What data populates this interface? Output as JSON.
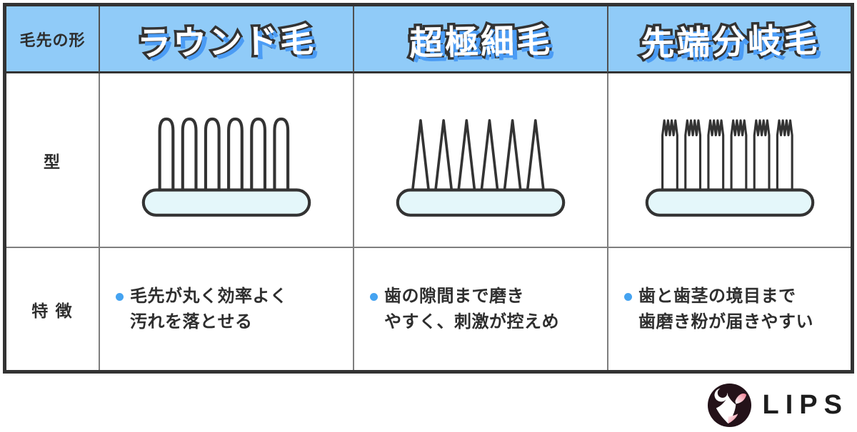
{
  "table": {
    "corner_label": "毛先の形",
    "row_labels": {
      "shape": "型",
      "features": "特 徴"
    },
    "columns": [
      {
        "title": "ラウンド毛",
        "brush_icon": "round-bristle-brush-icon",
        "feature_lines": [
          "毛先が丸く効率よく",
          "汚れを落とせる"
        ]
      },
      {
        "title": "超極細毛",
        "brush_icon": "tapered-bristle-brush-icon",
        "feature_lines": [
          "歯の隙間まで磨き",
          "やすく、刺激が控えめ"
        ]
      },
      {
        "title": "先端分岐毛",
        "brush_icon": "split-tip-bristle-brush-icon",
        "feature_lines": [
          "歯と歯茎の境目まで",
          "歯磨き粉が届きやすい"
        ]
      }
    ]
  },
  "logo": {
    "text": "LIPS",
    "mark": "lips-fawn-logo-icon"
  },
  "colors": {
    "outer_border": "#333333",
    "grid_line": "#7e7e7e",
    "header_bg": "#90CBF8",
    "title_fill": "#ffffff",
    "title_outline": "#333333",
    "title_shadow": "#4b9cf5",
    "bullet": "#45A3F1",
    "brush_base_fill": "#E4F7FA",
    "logo_circle": "#241219",
    "logo_pink": "#F5929F"
  }
}
